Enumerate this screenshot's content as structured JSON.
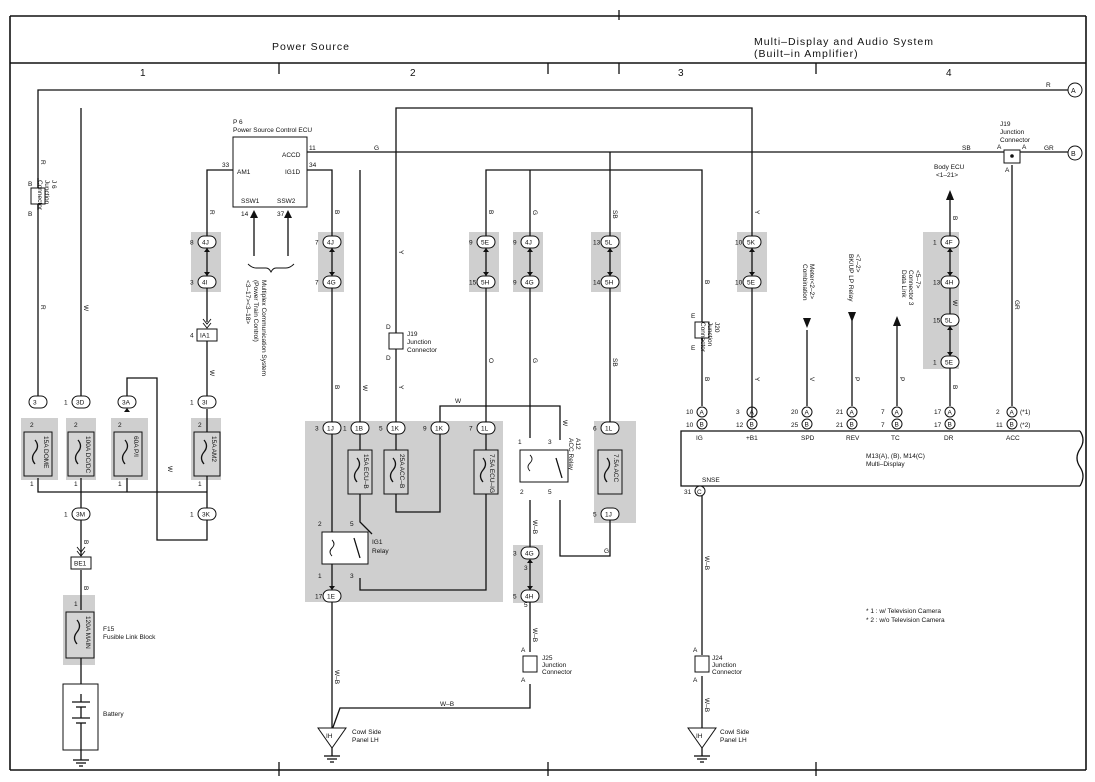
{
  "header": {
    "title_left": "Power Source",
    "title_right_1": "Multi–Display and Audio System",
    "title_right_2": "(Built–in Amplifier)",
    "columns": [
      "1",
      "2",
      "3",
      "4"
    ]
  },
  "offpage": [
    "A",
    "B"
  ],
  "components": {
    "p6_id": "P 6",
    "p6_name": "Power Source Control ECU",
    "p6_pins": [
      "ACCD",
      "AM1",
      "IG1D",
      "SSW1",
      "SSW2"
    ],
    "p6_pin_nums": [
      "11",
      "33",
      "34",
      "14",
      "37"
    ],
    "multiplex": [
      "Multiplex Communication System",
      "(Power Train Control)",
      "<3–17><3–18>"
    ],
    "j6": [
      "J 6",
      "Junction",
      "Connector"
    ],
    "j19_top": [
      "J19",
      "Junction",
      "Connector"
    ],
    "j19_mid": [
      "J19",
      "Junction",
      "Connector"
    ],
    "j20": [
      "J20",
      "Junction",
      "Connector"
    ],
    "j24": [
      "J24",
      "Junction",
      "Connector"
    ],
    "j25": [
      "J25",
      "Junction",
      "Connector"
    ],
    "body_ecu": [
      "Body ECU",
      "<1–21>"
    ],
    "comb_meter": [
      "Combination",
      "Meter<2–2>"
    ],
    "bklp_relay": [
      "BK/UP LP Relay",
      "<7–2>"
    ],
    "dlc3": [
      "Data Link",
      "Connector 3",
      "<5–7>"
    ],
    "ig1_relay": [
      "IG1",
      "Relay"
    ],
    "a12_relay": [
      "A12",
      "ACC Relay"
    ],
    "f15": [
      "F15",
      "Fusible Link Block"
    ],
    "battery": "Battery",
    "ground_left": [
      "Cowl Side",
      "Panel LH"
    ],
    "ground_right": [
      "Cowl Side",
      "Panel LH"
    ],
    "ground_code": "IH",
    "multidisplay": [
      "M13(A), (B), M14(C)",
      "Multi–Display"
    ],
    "md_pins_top": [
      "10",
      "3",
      "20",
      "21",
      "7",
      "17",
      "2"
    ],
    "md_pins_bot": [
      "10",
      "12",
      "25",
      "21",
      "7",
      "17",
      "11"
    ],
    "md_labels": [
      "IG",
      "+B1",
      "SPD",
      "REV",
      "TC",
      "DR",
      "ACC"
    ],
    "md_pin_a": "A",
    "md_pin_b": "B",
    "md_pin_c": "C",
    "md_snse_pin": "31",
    "md_snse": "SNSE",
    "note_a": "(*1)",
    "note_b": "(*2)"
  },
  "fuses": [
    "15A DOME",
    "100A DC/DC",
    "60A P/I",
    "15A AM2",
    "15A ECU–B",
    "25A ACC–B",
    "7.5A ECU–IG",
    "7.5A ACC",
    "120A MAIN"
  ],
  "connectors": {
    "c_3": "3",
    "c_3D": "3D",
    "c_3A": "3A",
    "c_3I": "3I",
    "c_3M": "3M",
    "c_3K": "3K",
    "c_BE1": "BE1",
    "c_IA1": "IA1",
    "c_4J": "4J",
    "c_4I": "4I",
    "c_4G": "4G",
    "c_1J": "1J",
    "c_1B": "1B",
    "c_1K": "1K",
    "c_1L": "1L",
    "c_1E": "1E",
    "c_5E": "5E",
    "c_5H": "5H",
    "c_5L": "5L",
    "c_5K": "5K",
    "c_4H": "4H",
    "c_4F": "4F"
  },
  "wires": {
    "R": "R",
    "W": "W",
    "B": "B",
    "G": "G",
    "Y": "Y",
    "O": "O",
    "V": "V",
    "P": "P",
    "SB": "SB",
    "GR": "GR",
    "WB": "W–B"
  },
  "pin_nums": [
    "1",
    "2",
    "3",
    "4",
    "5",
    "6",
    "7",
    "8",
    "9",
    "10",
    "11",
    "12",
    "13",
    "14",
    "15",
    "17"
  ],
  "notes": [
    "* 1 : w/ Television Camera",
    "* 2 : w/o Television Camera"
  ]
}
